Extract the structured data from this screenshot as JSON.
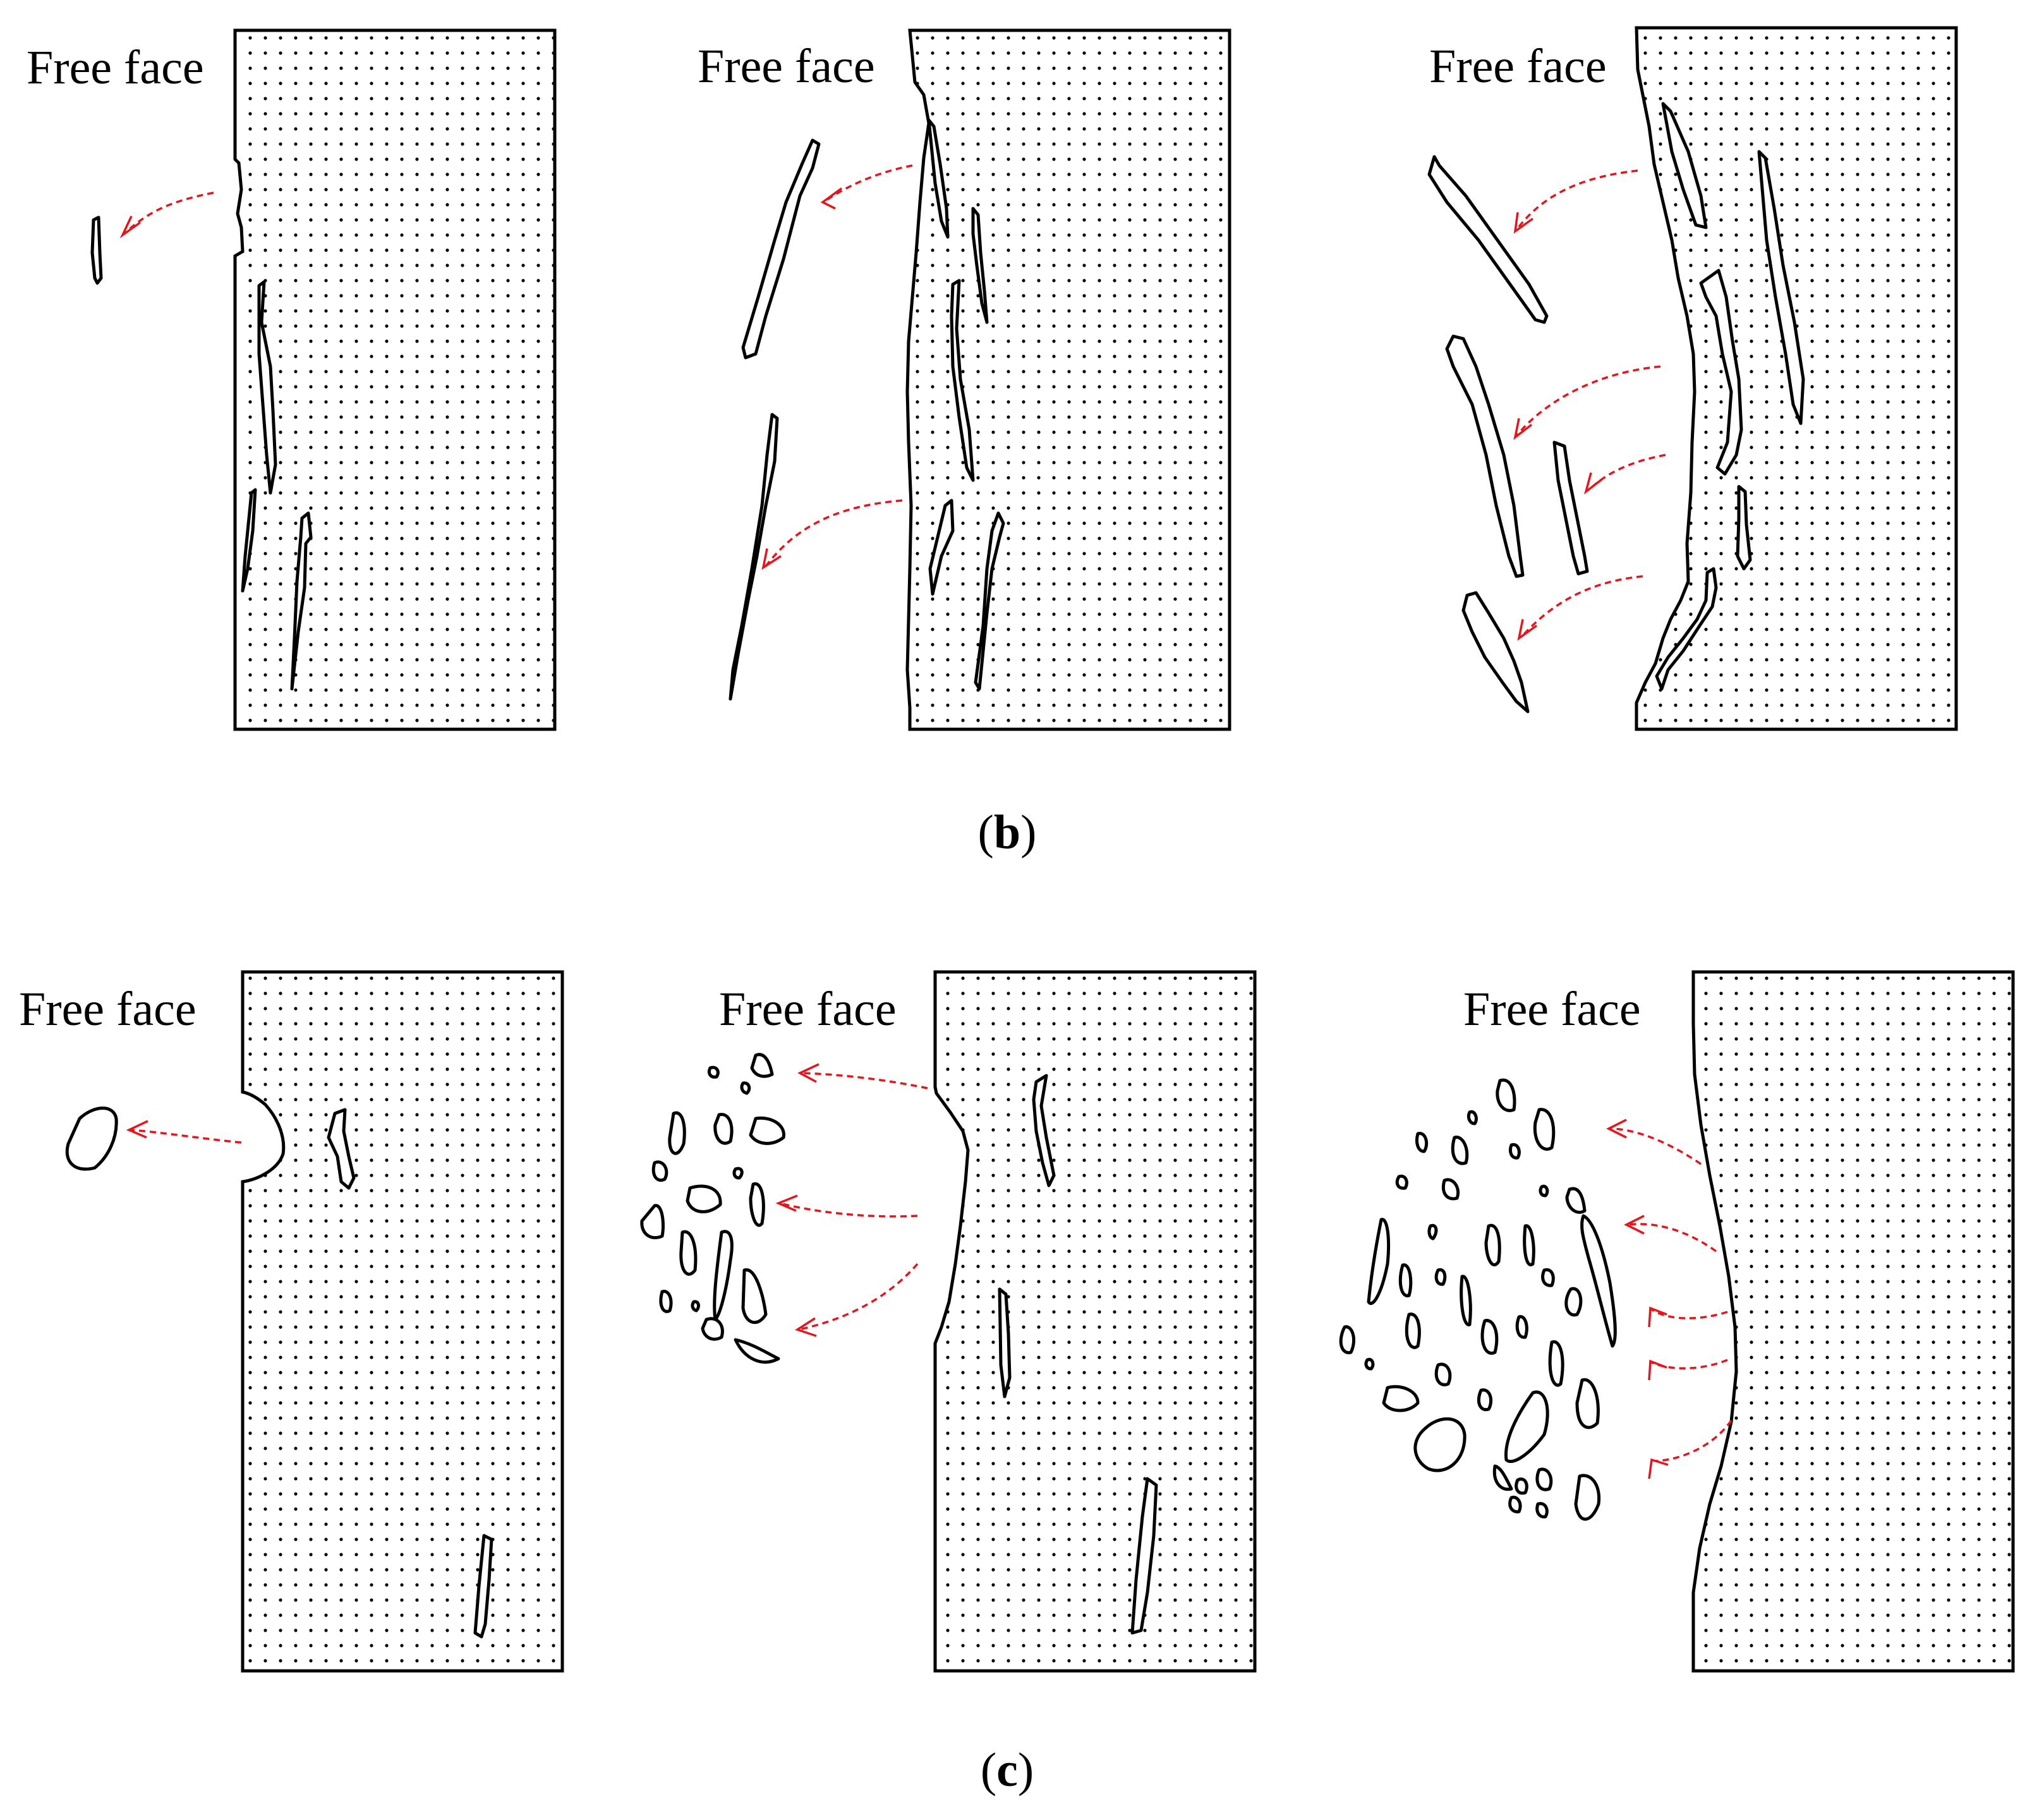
{
  "figure": {
    "rows": [
      {
        "caption": {
          "open": "(",
          "letter": "b",
          "close": ")"
        },
        "panels": [
          {
            "label": "Free face"
          },
          {
            "label": "Free face"
          },
          {
            "label": "Free face"
          }
        ]
      },
      {
        "caption": {
          "open": "(",
          "letter": "c",
          "close": ")"
        },
        "panels": [
          {
            "label": "Free face"
          },
          {
            "label": "Free face"
          },
          {
            "label": "Free face"
          }
        ]
      }
    ],
    "colors": {
      "outline": "#000000",
      "arrow": "#e8141c",
      "dots": "#000000",
      "background": "#ffffff"
    }
  }
}
